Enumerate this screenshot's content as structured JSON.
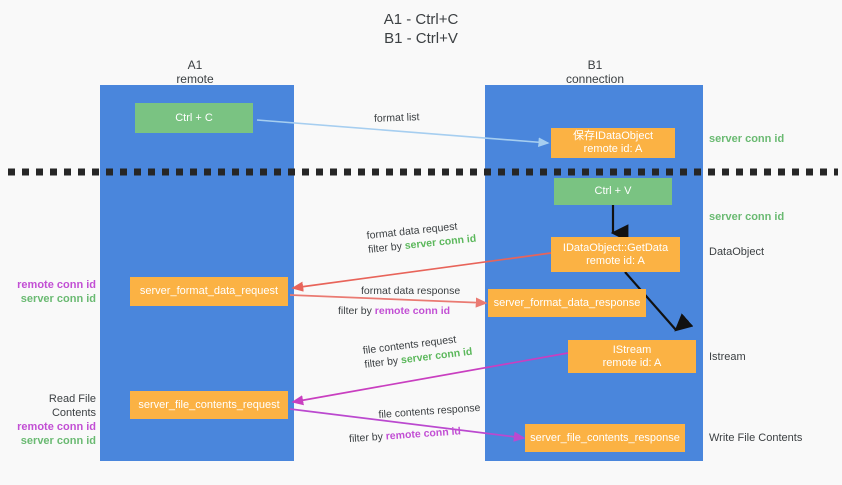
{
  "title": {
    "line1": "A1 - Ctrl+C",
    "line2": "B1 - Ctrl+V"
  },
  "columns": [
    {
      "id": "a1",
      "name": "A1",
      "sub": "remote"
    },
    {
      "id": "b1",
      "name": "B1",
      "sub": "connection"
    }
  ],
  "nodes": {
    "ctrl_c": {
      "label": "Ctrl + C",
      "color": "#7ac382"
    },
    "save_idataobject": {
      "line1": "保存IDataObject",
      "line2": "remote id: A",
      "color": "#fbb244"
    },
    "ctrl_v": {
      "label": "Ctrl + V",
      "color": "#7ac382"
    },
    "getdata": {
      "line1": "IDataObject::GetData",
      "line2": "remote id: A",
      "color": "#fbb244"
    },
    "server_format_data_request": {
      "label": "server_format_data_request",
      "color": "#fbb244"
    },
    "server_format_data_response": {
      "label": "server_format_data_response",
      "color": "#fbb244"
    },
    "istream": {
      "line1": "IStream",
      "line2": "remote id: A",
      "color": "#fbb244"
    },
    "server_file_contents_request": {
      "label": "server_file_contents_request",
      "color": "#fbb244"
    },
    "server_file_contents_response": {
      "label": "server_file_contents_response",
      "color": "#fbb244"
    }
  },
  "right_notes": [
    {
      "text": "server conn id",
      "style": "green"
    },
    {
      "text": "server conn id",
      "style": "green"
    },
    {
      "text": "DataObject",
      "style": "plain"
    },
    {
      "text": "Istream",
      "style": "plain"
    },
    {
      "text": "Write File Contents",
      "style": "plain"
    }
  ],
  "left_notes": {
    "group1": [
      {
        "text": "remote conn id",
        "style": "purple"
      },
      {
        "text": "server conn id",
        "style": "green"
      }
    ],
    "group2_title": {
      "text": "Read File Contents",
      "style": "plain"
    },
    "group2": [
      {
        "text": "remote conn id",
        "style": "purple"
      },
      {
        "text": "server conn id",
        "style": "green"
      }
    ]
  },
  "edges": [
    {
      "id": "format-list",
      "label": "format list",
      "color": "#a6cef0"
    },
    {
      "id": "format-data-request",
      "l1": "format data request",
      "l2_pre": "filter by ",
      "l2_hl": "server conn id",
      "l2_hl_style": "g",
      "color": "#e8645a"
    },
    {
      "id": "format-data-response",
      "l1": "format data response",
      "l2_pre": "filter by ",
      "l2_hl": "remote conn id",
      "l2_hl_style": "p",
      "color": "#ea7a72"
    },
    {
      "id": "file-contents-request",
      "l1": "file contents request",
      "l2_pre": "filter by ",
      "l2_hl": "server conn id",
      "l2_hl_style": "g",
      "color": "#c93fc0"
    },
    {
      "id": "file-contents-response",
      "l1": "file contents response",
      "l2_pre": "filter by ",
      "l2_hl": "remote conn id",
      "l2_hl_style": "p",
      "color": "#bb49cf"
    }
  ],
  "colors": {
    "lane": "#4a86dc",
    "green_node": "#7ac382",
    "orange_node": "#fbb244",
    "background": "#f9f9f9",
    "divider": "#262626"
  }
}
